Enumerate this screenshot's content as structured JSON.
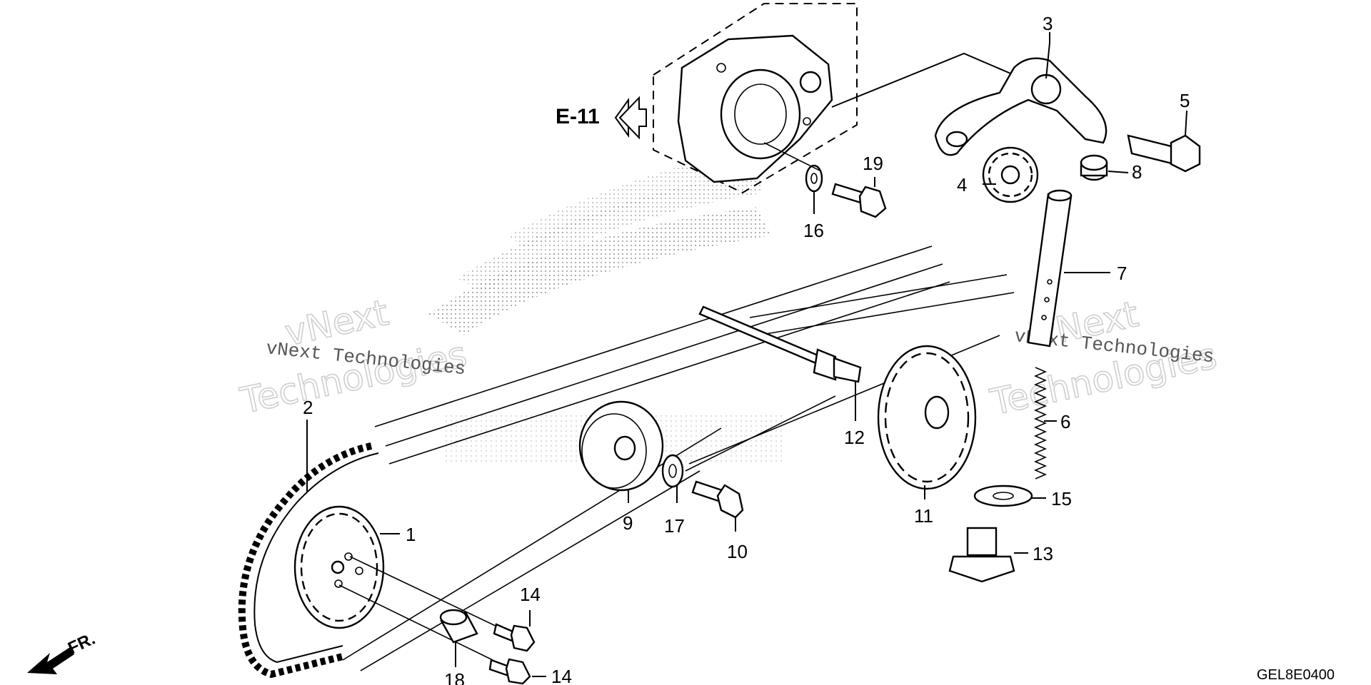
{
  "diagram": {
    "ref_link": "E-11",
    "direction_label": "FR.",
    "drawing_code": "GEL8E0400",
    "watermarks": [
      {
        "line1": "vNext",
        "line2": "Technologies",
        "caption": "vNext Technologies"
      },
      {
        "line1": "vNext",
        "line2": "Technologies",
        "caption": "vNext Technologies"
      }
    ],
    "callouts": [
      "1",
      "2",
      "3",
      "4",
      "5",
      "6",
      "7",
      "8",
      "9",
      "10",
      "11",
      "12",
      "13",
      "14",
      "14",
      "15",
      "16",
      "17",
      "18",
      "19"
    ]
  }
}
